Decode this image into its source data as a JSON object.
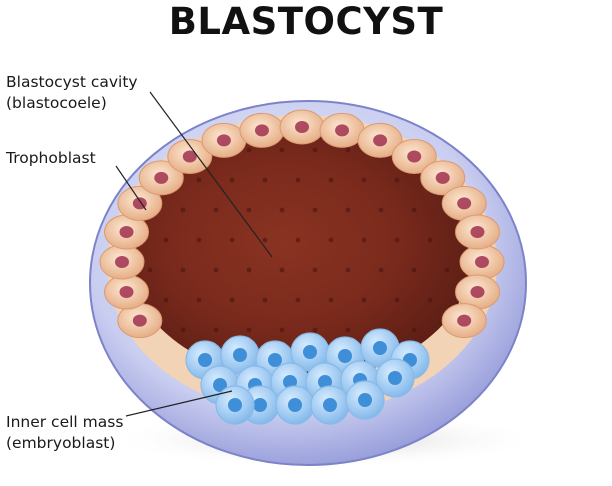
{
  "title": "BLASTOCYST",
  "labels": {
    "cavity": {
      "line1": "Blastocyst cavity",
      "line2": "(blastocoele)"
    },
    "trophoblast": {
      "line1": "Trophoblast"
    },
    "icm": {
      "line1": "Inner cell mass",
      "line2": "(embryoblast)"
    }
  },
  "colors": {
    "zona_outer": "#8f95d6",
    "zona_inner": "#d8dcf5",
    "trophoblast_cell": "#f0c9a4",
    "trophoblast_nucleus": "#a53a55",
    "cavity": "#7a2a1c",
    "icm_cell": "#5fa3e0",
    "icm_nucleus": "#3f8fd8"
  }
}
